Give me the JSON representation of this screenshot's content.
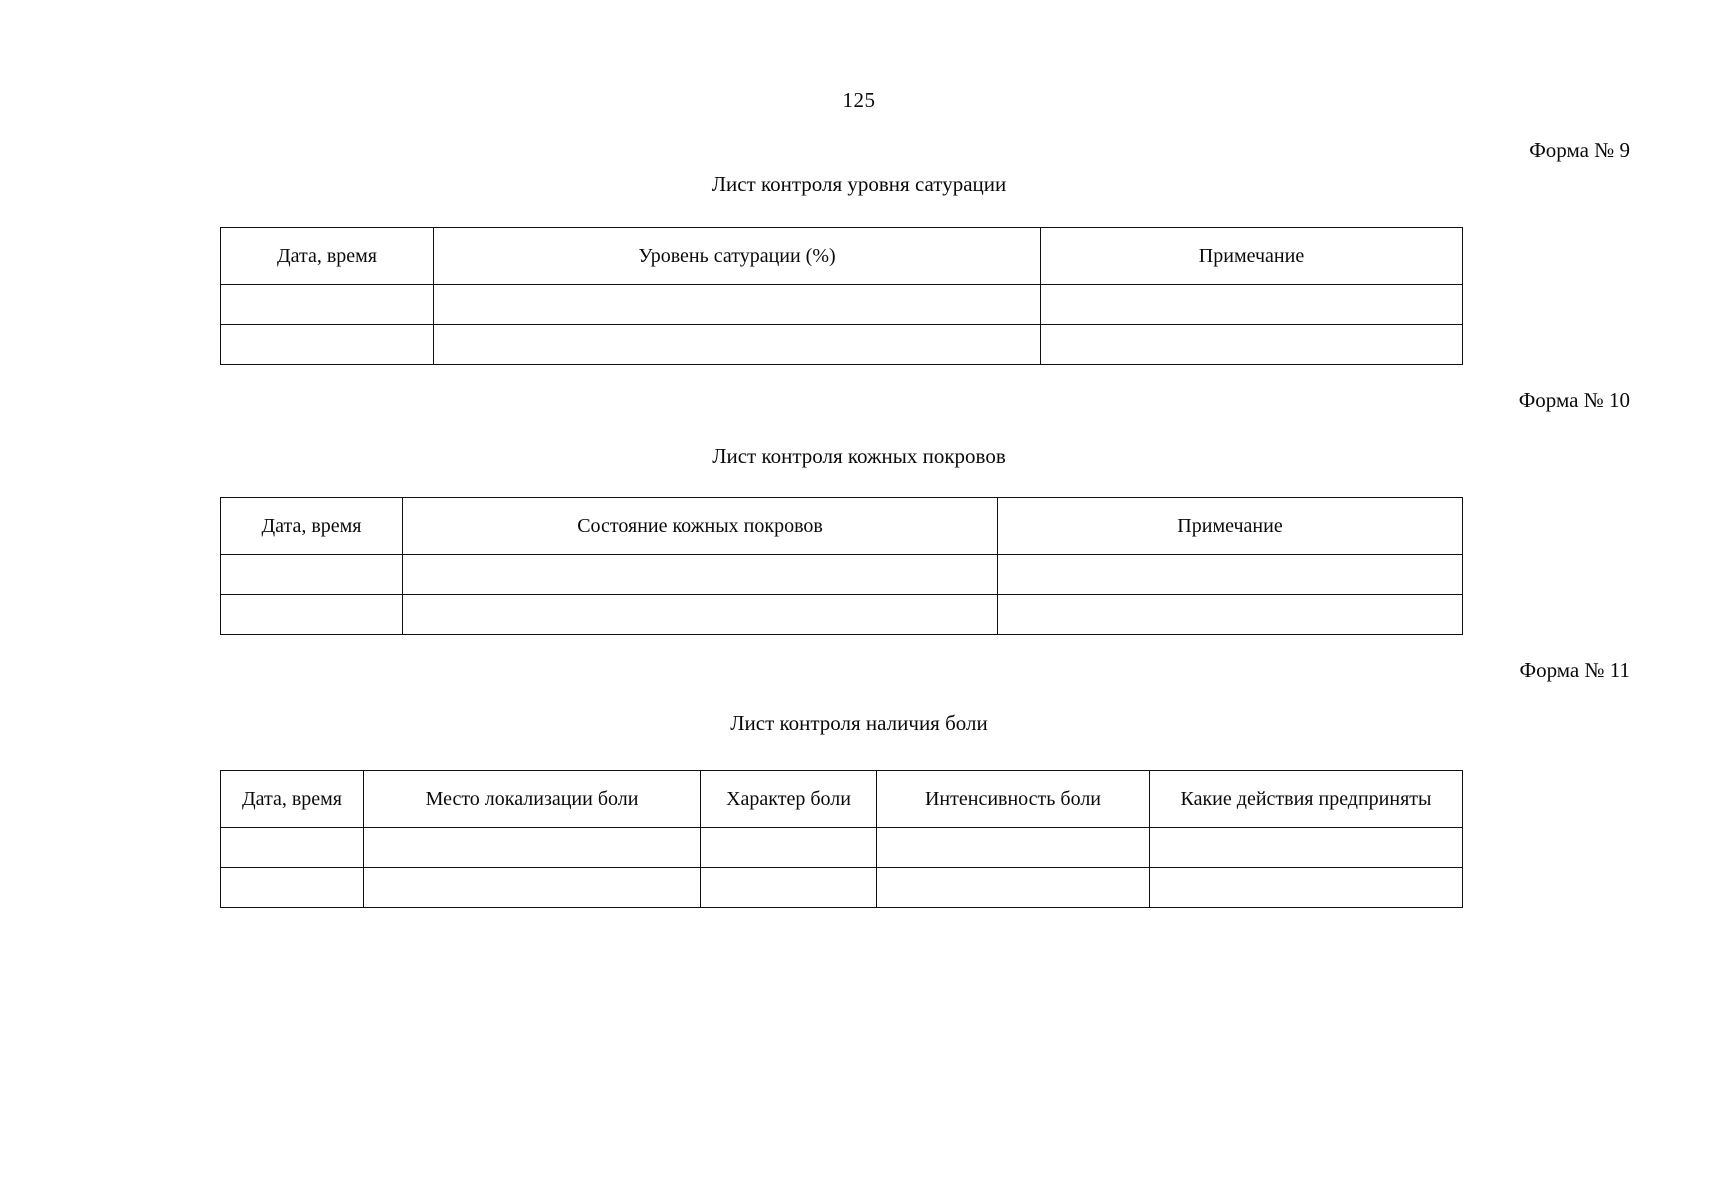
{
  "document": {
    "page_number": "125"
  },
  "sections": [
    {
      "form_label": "Форма № 9",
      "title": "Лист контроля уровня сатурации",
      "table": {
        "headers": [
          "Дата, время",
          "Уровень сатурации (%)",
          "Примечание"
        ],
        "rows": [
          [
            "",
            "",
            ""
          ],
          [
            "",
            "",
            ""
          ]
        ]
      }
    },
    {
      "form_label": "Форма № 10",
      "title": "Лист контроля кожных покровов",
      "table": {
        "headers": [
          "Дата, время",
          "Состояние кожных покровов",
          "Примечание"
        ],
        "rows": [
          [
            "",
            "",
            ""
          ],
          [
            "",
            "",
            ""
          ]
        ]
      }
    },
    {
      "form_label": "Форма № 11",
      "title": "Лист контроля наличия боли",
      "table": {
        "headers": [
          "Дата, время",
          "Место локализации боли",
          "Характер боли",
          "Интенсивность боли",
          "Какие действия предприняты"
        ],
        "rows": [
          [
            "",
            "",
            "",
            "",
            ""
          ],
          [
            "",
            "",
            "",
            "",
            ""
          ]
        ]
      }
    }
  ],
  "colors": {
    "page_background": "#ffffff",
    "text": "#0a0a0a",
    "table_border": "#111111"
  }
}
